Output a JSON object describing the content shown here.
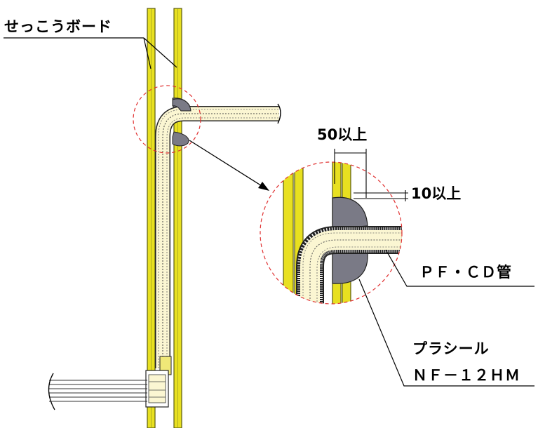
{
  "labels": {
    "gypsum_board": "せっこうボード",
    "min_50": "50以上",
    "min_10": "10以上",
    "conduit": "ＰＦ・ＣＤ管",
    "sealant_name": "プラシール",
    "sealant_model": "ＮＦ－１２ＨＭ"
  },
  "colors": {
    "board_fill": "#e8e020",
    "board_line": "#5a5a10",
    "conduit_fill": "#fbf6d2",
    "sealant": "#7a7a86",
    "detail_circle": "#e03030",
    "line": "#000000"
  }
}
